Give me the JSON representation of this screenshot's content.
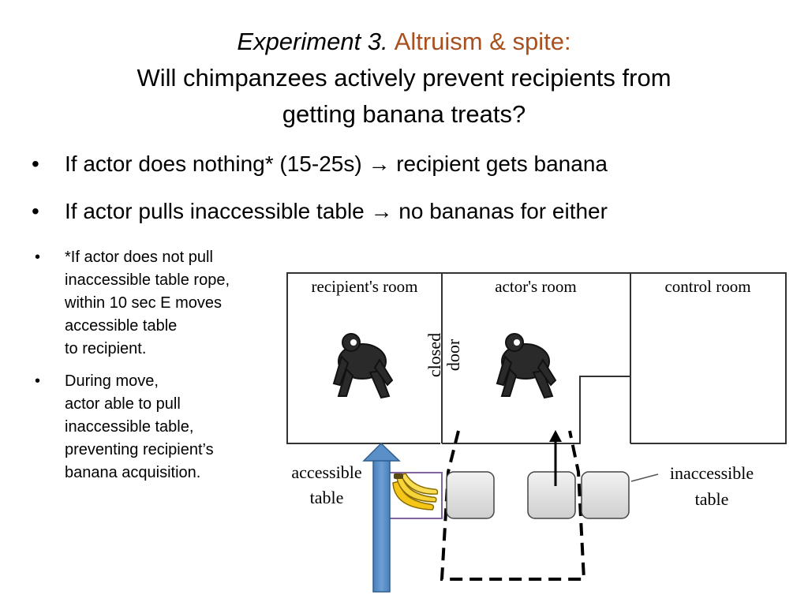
{
  "title": {
    "experiment": "Experiment 3.",
    "topic": "Altruism & spite:",
    "question_line1": "Will chimpanzees actively prevent recipients from",
    "question_line2": "getting banana treats?"
  },
  "bullets_main": [
    "If actor does nothing* (15-25s) → recipient gets banana",
    "If actor pulls inaccessible table → no bananas for either"
  ],
  "bullets_sub": [
    {
      "lines": [
        "*If actor does not pull",
        "inaccessible table rope,",
        "within 10 sec E moves",
        "accessible table",
        "to recipient."
      ]
    },
    {
      "lines": [
        "During move,",
        "actor able to pull",
        "inaccessible table,",
        "preventing recipient’s",
        "banana acquisition."
      ]
    }
  ],
  "diagram": {
    "rooms": [
      "recipient's room",
      "actor's room",
      "control room"
    ],
    "door_label_1": "closed",
    "door_label_2": "door",
    "accessible_label_1": "accessible",
    "accessible_label_2": "table",
    "inaccessible_label_1": "inaccessible",
    "inaccessible_label_2": "table",
    "colors": {
      "blue_arrow": "#5b8fc7",
      "table_fill": "#d9d9d9",
      "tray": "#8064a2",
      "accent": "#a9501e"
    }
  }
}
